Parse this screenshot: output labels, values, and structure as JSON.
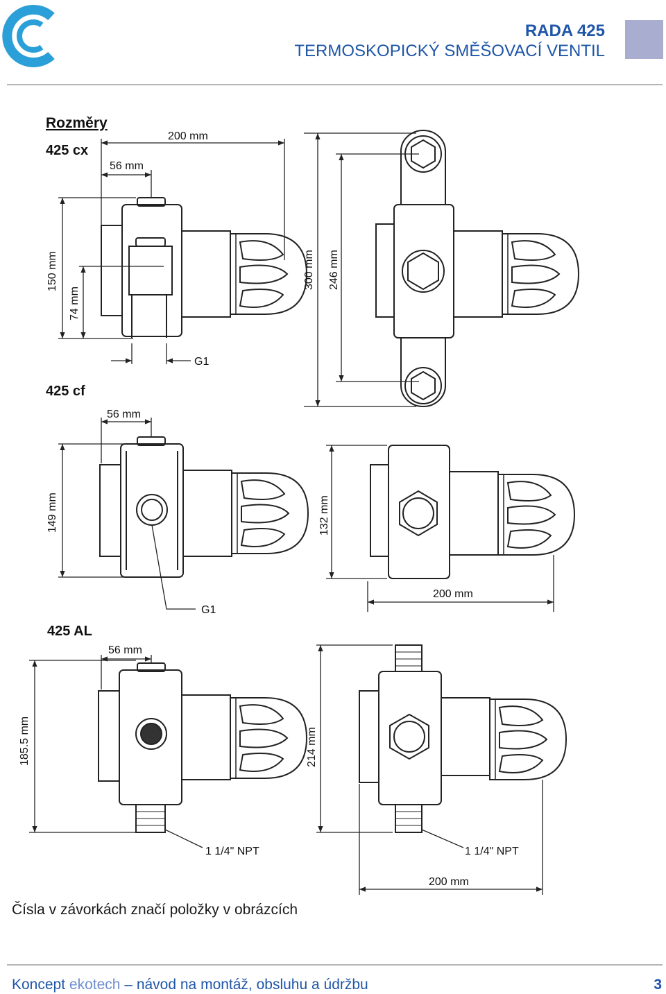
{
  "header": {
    "series": "RADA 425",
    "product": "TERMOSKOPICKÝ SMĚŠOVACÍ VENTIL",
    "accent_color": "#1f56a8"
  },
  "drawing": {
    "heading": "Rozměry",
    "models": {
      "cx": {
        "label": "425 cx",
        "width": "200 mm",
        "inlet_offset": "56 mm",
        "depth": "150 mm",
        "inlet_depth": "74 mm",
        "thread": "G1",
        "height": "300 mm",
        "pitch": "246 mm"
      },
      "cf": {
        "label": "425 cf",
        "inlet_offset": "56 mm",
        "depth": "149 mm",
        "height": "132 mm",
        "width": "200 mm",
        "thread": "G1"
      },
      "al": {
        "label": "425 AL",
        "inlet_offset": "56 mm",
        "depth": "185.5 mm",
        "height": "214 mm",
        "thread_left": "1 1/4\" NPT",
        "thread_right": "1 1/4\" NPT",
        "width": "200 mm"
      }
    }
  },
  "caption": "Čísla v závorkách značí položky v obrázcích",
  "footer": {
    "brand_1": "Koncept",
    "brand_2": "ekotech",
    "text": "– návod na montáž, obsluhu a údržbu",
    "page_number": "3"
  }
}
